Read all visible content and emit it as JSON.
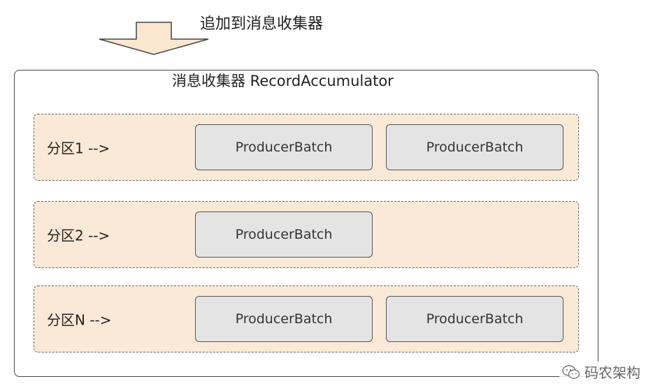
{
  "top_label": "追加到消息收集器",
  "collector_title": "消息收集器  RecordAccumulator",
  "partitions": [
    {
      "label": "分区1  -->",
      "batches": [
        "ProducerBatch",
        "ProducerBatch"
      ]
    },
    {
      "label": "分区2  -->",
      "batches": [
        "ProducerBatch"
      ]
    },
    {
      "label": "分区N  -->",
      "batches": [
        "ProducerBatch",
        "ProducerBatch"
      ]
    }
  ],
  "watermark": {
    "text": "码农架构",
    "icon": "wechat-icon"
  },
  "colors": {
    "partition_fill": "#fbe9d7",
    "batch_fill": "#e4e4e4",
    "arrow_fill": "#fbe6cf"
  }
}
